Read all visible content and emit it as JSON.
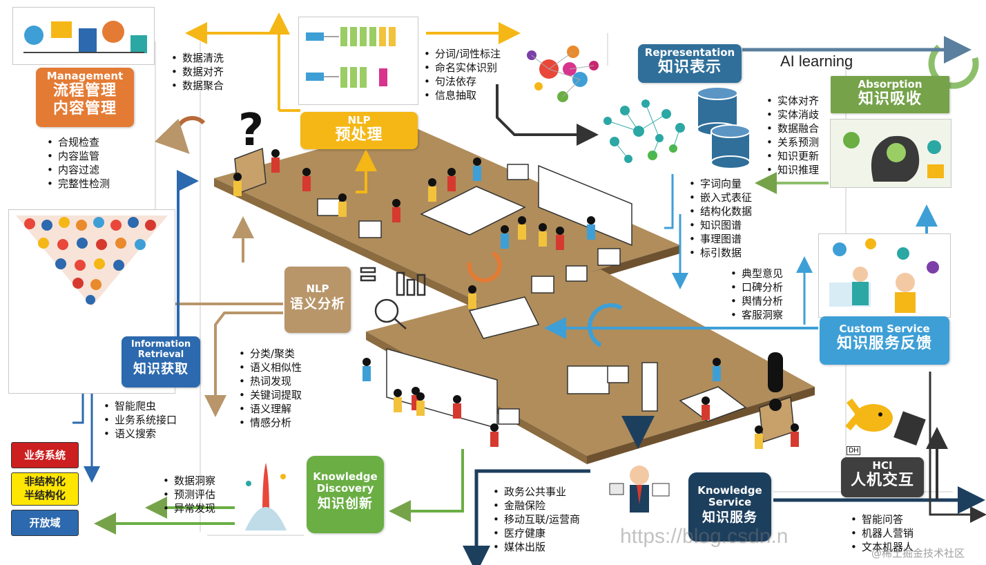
{
  "colors": {
    "management": "#E47B35",
    "nlp_pre": "#F5B716",
    "representation": "#2F6F9A",
    "absorption": "#76A34A",
    "nlp_sem": "#B8966A",
    "info": "#2C69AE",
    "custom": "#3E9FD6",
    "discovery": "#6AAE44",
    "kservice": "#1D3F5E",
    "hci": "#3F3F3F",
    "floor": "#B08D5B"
  },
  "boxes": {
    "management": {
      "en": "Management",
      "zh1": "流程管理",
      "zh2": "内容管理"
    },
    "nlp_pre": {
      "en": "NLP",
      "zh": "预处理"
    },
    "representation": {
      "en": "Representation",
      "zh": "知识表示"
    },
    "absorption": {
      "en": "Absorption",
      "zh": "知识吸收"
    },
    "nlp_sem": {
      "en": "NLP",
      "zh": "语义分析"
    },
    "info": {
      "en1": "Information",
      "en2": "Retrieval",
      "zh": "知识获取"
    },
    "custom": {
      "en": "Custom Service",
      "zh": "知识服务反馈"
    },
    "discovery": {
      "en1": "Knowledge",
      "en2": "Discovery",
      "zh": "知识创新"
    },
    "kservice": {
      "en1": "Knowledge",
      "en2": "Service",
      "zh": "知识服务"
    },
    "hci": {
      "en": "HCI",
      "zh": "人机交互"
    }
  },
  "ai_learning": "AI learning",
  "lists": {
    "cleaning": [
      "数据清洗",
      "数据对齐",
      "数据聚合"
    ],
    "management": [
      "合规检查",
      "内容监管",
      "内容过滤",
      "完整性检测"
    ],
    "nlp_pre": [
      "分词/词性标注",
      "命名实体识别",
      "句法依存",
      "信息抽取"
    ],
    "absorption": [
      "实体对齐",
      "实体消歧",
      "数据融合",
      "关系预测",
      "知识更新",
      "知识推理"
    ],
    "representation": [
      "字词向量",
      "嵌入式表征",
      "结构化数据",
      "知识图谱",
      "事理图谱",
      "标引数据"
    ],
    "custom": [
      "典型意见",
      "口碑分析",
      "舆情分析",
      "客服洞察"
    ],
    "semantic": [
      "分类/聚类",
      "语义相似性",
      "热词发现",
      "关键词提取",
      "语义理解",
      "情感分析"
    ],
    "retrieval": [
      "智能爬虫",
      "业务系统接口",
      "语义搜索"
    ],
    "discovery": [
      "数据洞察",
      "预测评估",
      "异常发现"
    ],
    "service": [
      "政务公共事业",
      "金融保险",
      "移动互联/运营商",
      "医疗健康",
      "媒体出版"
    ],
    "hci": [
      "智能问答",
      "机器人营销",
      "文本机器人"
    ]
  },
  "sources": [
    {
      "label": "业务系统",
      "bg": "#CC1F1F",
      "fg": "#ffffff"
    },
    {
      "label": "非结构化\n半结构化",
      "bg": "#FFE600",
      "fg": "#222222"
    },
    {
      "label": "开放域",
      "bg": "#2C69AE",
      "fg": "#ffffff"
    }
  ],
  "watermark": {
    "left": "https://blog.csdn.n",
    "right": "@稀土掘金技术社区"
  },
  "dh_label": "DH"
}
